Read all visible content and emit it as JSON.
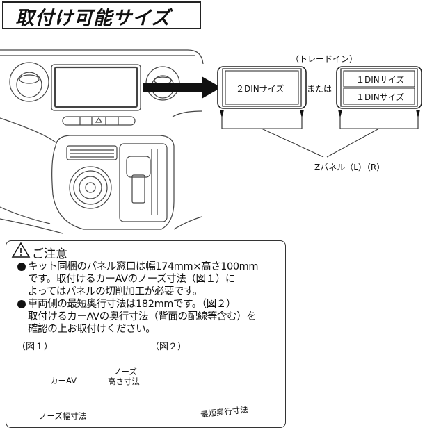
{
  "header": {
    "title": "取付け可能サイズ"
  },
  "diagram": {
    "tradein_label": "（トレードイン）",
    "left_panel_label": "２DINサイズ",
    "or_label": "または",
    "right_panel_top": "１DINサイズ",
    "right_panel_bottom": "１DINサイズ",
    "z_panel_label": "Zパネル（L）（R）"
  },
  "notice": {
    "heading": "ご注意",
    "line1": "キット同梱のパネル窓口は幅174mm×高さ100mm",
    "line2": "です。取付けるカーAVのノーズ寸法（図１）に",
    "line3": "よってはパネルの切削加工が必要です。",
    "line4": "車両側の最短奥行寸法は182mmです。（図２）",
    "line5": "取付けるカーAVの奥行寸法（背面の配線等含む）を",
    "line6": "確認の上お取付けください。",
    "fig1_label": "（図１）",
    "fig2_label": "（図２）",
    "fig1_device": "カーAV",
    "fig1_height_a": "ノーズ",
    "fig1_height_b": "高さ寸法",
    "fig1_width": "ノーズ幅寸法",
    "fig2_depth": "最短奥行寸法"
  },
  "colors": {
    "ink": "#111111",
    "panel_fill": "#ffffff",
    "shade": "#e8e8e8"
  }
}
